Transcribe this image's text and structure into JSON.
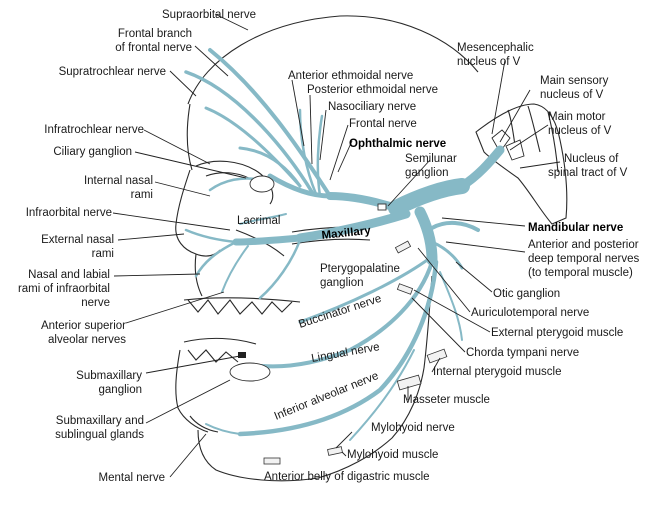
{
  "colors": {
    "nerve": "#86b9c6",
    "nerve_dark": "#6fa7b6",
    "outline": "#2a2a2a",
    "label": "#1a1a1a"
  },
  "labels": {
    "supraorbital": "Supraorbital nerve",
    "frontal_branch_1": "Frontal branch",
    "frontal_branch_2": "of frontal nerve",
    "supratrochlear": "Supratrochlear nerve",
    "anterior_ethmoidal": "Anterior ethmoidal nerve",
    "posterior_ethmoidal": "Posterior ethmoidal nerve",
    "nasociliary": "Nasociliary nerve",
    "frontal": "Frontal nerve",
    "ophthalmic": "Ophthalmic nerve",
    "semilunar_1": "Semilunar",
    "semilunar_2": "ganglion",
    "mesencephalic_1": "Mesencephalic",
    "mesencephalic_2": "nucleus of V",
    "main_sensory_1": "Main sensory",
    "main_sensory_2": "nucleus of V",
    "main_motor_1": "Main motor",
    "main_motor_2": "nucleus of V",
    "spinal_tract_1": "Nucleus of",
    "spinal_tract_2": "spinal tract of V",
    "infratrochlear": "Infratrochlear nerve",
    "ciliary": "Ciliary ganglion",
    "internal_nasal_1": "Internal nasal",
    "internal_nasal_2": "rami",
    "infraorbital": "Infraorbital nerve",
    "external_nasal_1": "External nasal",
    "external_nasal_2": "rami",
    "nasal_labial_1": "Nasal and labial",
    "nasal_labial_2": "rami of infraorbital",
    "nasal_labial_3": "nerve",
    "lacrimal": "Lacrimal",
    "maxillary": "Maxillary",
    "mandibular": "Mandibular nerve",
    "deep_temporal_1": "Anterior and posterior",
    "deep_temporal_2": "deep temporal nerves",
    "deep_temporal_3": "(to temporal muscle)",
    "pterygopalatine_1": "Pterygopalatine",
    "pterygopalatine_2": "ganglion",
    "buccinator": "Buccinator nerve",
    "otic": "Otic ganglion",
    "auriculotemporal": "Auriculotemporal nerve",
    "ant_sup_alveolar_1": "Anterior superior",
    "ant_sup_alveolar_2": "alveolar nerves",
    "external_pterygoid": "External pterygoid muscle",
    "lingual": "Lingual nerve",
    "chorda_tympani": "Chorda tympani nerve",
    "submaxillary_ganglion_1": "Submaxillary",
    "submaxillary_ganglion_2": "ganglion",
    "internal_pterygoid": "Internal pterygoid muscle",
    "inferior_alveolar": "Inferior alveolar nerve",
    "masseter": "Masseter muscle",
    "submaxillary_glands_1": "Submaxillary and",
    "submaxillary_glands_2": "sublingual glands",
    "mylohyoid_nerve": "Mylohyoid nerve",
    "mylohyoid_muscle": "Mylohyoid muscle",
    "mental": "Mental nerve",
    "digastric": "Anterior belly of digastric muscle"
  }
}
